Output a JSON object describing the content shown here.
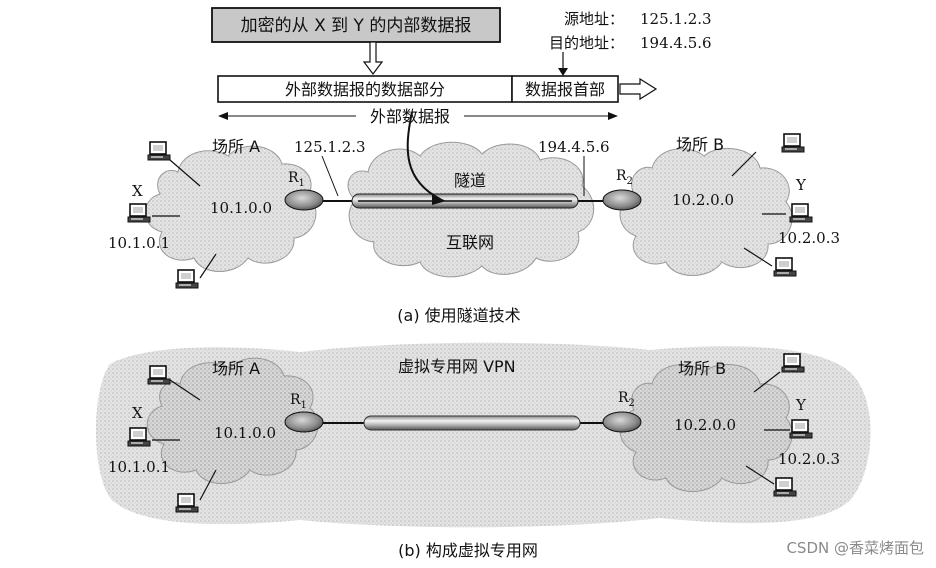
{
  "top": {
    "encrypted_box": "加密的从 X 到 Y 的内部数据报",
    "src_label": "源地址：",
    "src_value": "125.1.2.3",
    "dst_label": "目的地址：",
    "dst_value": "194.4.5.6",
    "data_part": "外部数据报的数据部分",
    "header_part": "数据报首部",
    "outer_datagram": "外部数据报"
  },
  "diagram_a": {
    "site_a": "场所 A",
    "site_b": "场所 B",
    "net_a": "10.1.0.0",
    "net_b": "10.2.0.0",
    "router1": "R",
    "router1_sub": "1",
    "router2": "R",
    "router2_sub": "2",
    "ip_r1": "125.1.2.3",
    "ip_r2": "194.4.5.6",
    "tunnel": "隧道",
    "internet": "互联网",
    "host_x": "X",
    "host_x_ip": "10.1.0.1",
    "host_y": "Y",
    "host_y_ip": "10.2.0.3",
    "caption": "(a) 使用隧道技术"
  },
  "diagram_b": {
    "site_a": "场所 A",
    "site_b": "场所 B",
    "net_a": "10.1.0.0",
    "net_b": "10.2.0.0",
    "router1": "R",
    "router1_sub": "1",
    "router2": "R",
    "router2_sub": "2",
    "vpn": "虚拟专用网 VPN",
    "host_x": "X",
    "host_x_ip": "10.1.0.1",
    "host_y": "Y",
    "host_y_ip": "10.2.0.3",
    "caption": "(b) 构成虚拟专用网"
  },
  "watermark": "CSDN @香菜烤面包"
}
